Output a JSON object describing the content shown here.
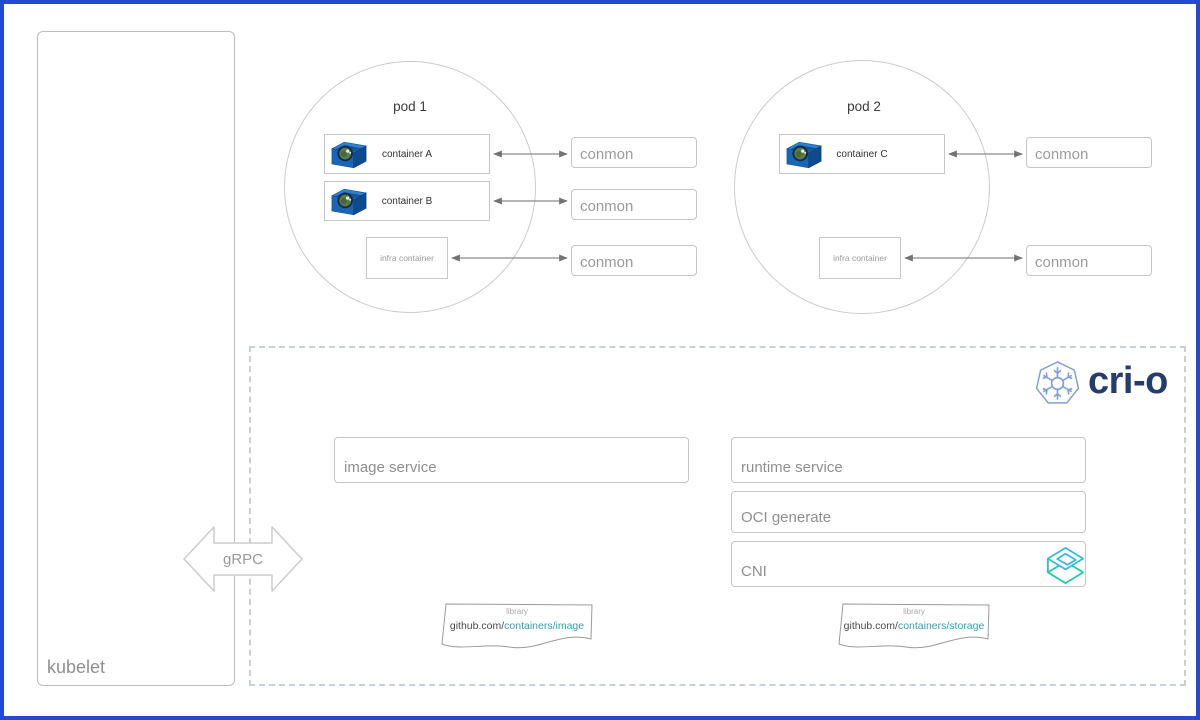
{
  "kubelet": {
    "label": "kubelet"
  },
  "grpc": {
    "label": "gRPC"
  },
  "pod1": {
    "title": "pod 1",
    "containers": [
      "container A",
      "container B"
    ],
    "infra_label": "infra container"
  },
  "pod2": {
    "title": "pod 2",
    "containers": [
      "container C"
    ],
    "infra_label": "infra container"
  },
  "conmons": [
    "conmon",
    "conmon",
    "conmon",
    "conmon",
    "conmon"
  ],
  "crio": {
    "brand": "cri-o",
    "image_service": "image service",
    "runtime_service": "runtime service",
    "oci_generate": "OCI generate",
    "cni": "CNI"
  },
  "libraries": [
    {
      "tag": "library",
      "prefix": "github.com/",
      "path": "containers/image"
    },
    {
      "tag": "library",
      "prefix": "github.com/",
      "path": "containers/storage"
    }
  ],
  "icons": {
    "container": "container-cube-icon",
    "crio": "crio-snowflake-icon",
    "cni": "cni-cube-icon"
  },
  "colors": {
    "frame_blue": "#2449d2",
    "crio_navy": "#253c6e",
    "logo_blue": "#7fa0d8",
    "link_teal": "#3a9dae",
    "cni_teal": "#25c3c3",
    "arrow_gray": "#737373",
    "box_border": "#c6c6c6",
    "dash_border": "#c9cfda",
    "label_gray": "#9b9b9b"
  }
}
